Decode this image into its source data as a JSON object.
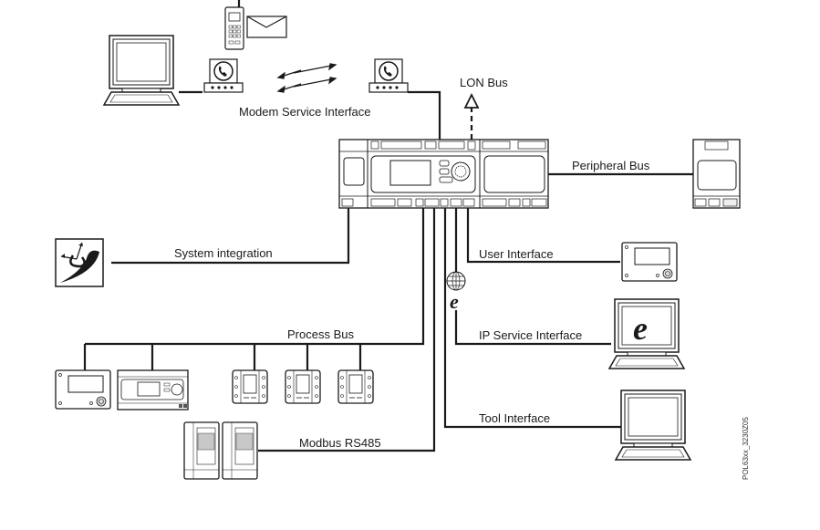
{
  "figure": {
    "id_code": "POL63xx_3230Z05",
    "colors": {
      "line": "#1a1a1a",
      "fill": "#ffffff",
      "shade": "#d0d0d0"
    }
  },
  "labels": {
    "modem_service": "Modem Service Interface",
    "lon_bus": "LON Bus",
    "peripheral_bus": "Peripheral Bus",
    "system_integration": "System integration",
    "user_interface": "User Interface",
    "ip_service": "IP Service Interface",
    "process_bus": "Process Bus",
    "tool_interface": "Tool Interface",
    "modbus": "Modbus RS485"
  },
  "nodes": [
    {
      "name": "mobile-phone",
      "label": "phone"
    },
    {
      "name": "sms-envelope",
      "label": "envelope"
    },
    {
      "name": "laptop-modem-side",
      "label": "laptop"
    },
    {
      "name": "modem-left",
      "label": "modem"
    },
    {
      "name": "modem-right",
      "label": "modem"
    },
    {
      "name": "main-controller",
      "label": "controller"
    },
    {
      "name": "peripheral-module",
      "label": "extension module"
    },
    {
      "name": "system-integration-logo",
      "label": "integration"
    },
    {
      "name": "room-operator-unit",
      "label": "operator unit"
    },
    {
      "name": "ip-laptop",
      "label": "laptop with browser"
    },
    {
      "name": "tool-laptop",
      "label": "laptop"
    },
    {
      "name": "process-operator-unit",
      "label": "operator unit"
    },
    {
      "name": "process-controller",
      "label": "controller"
    },
    {
      "name": "room-unit",
      "label": "room unit",
      "count": 3
    },
    {
      "name": "vfd-drive",
      "label": "drive",
      "count": 2
    }
  ]
}
